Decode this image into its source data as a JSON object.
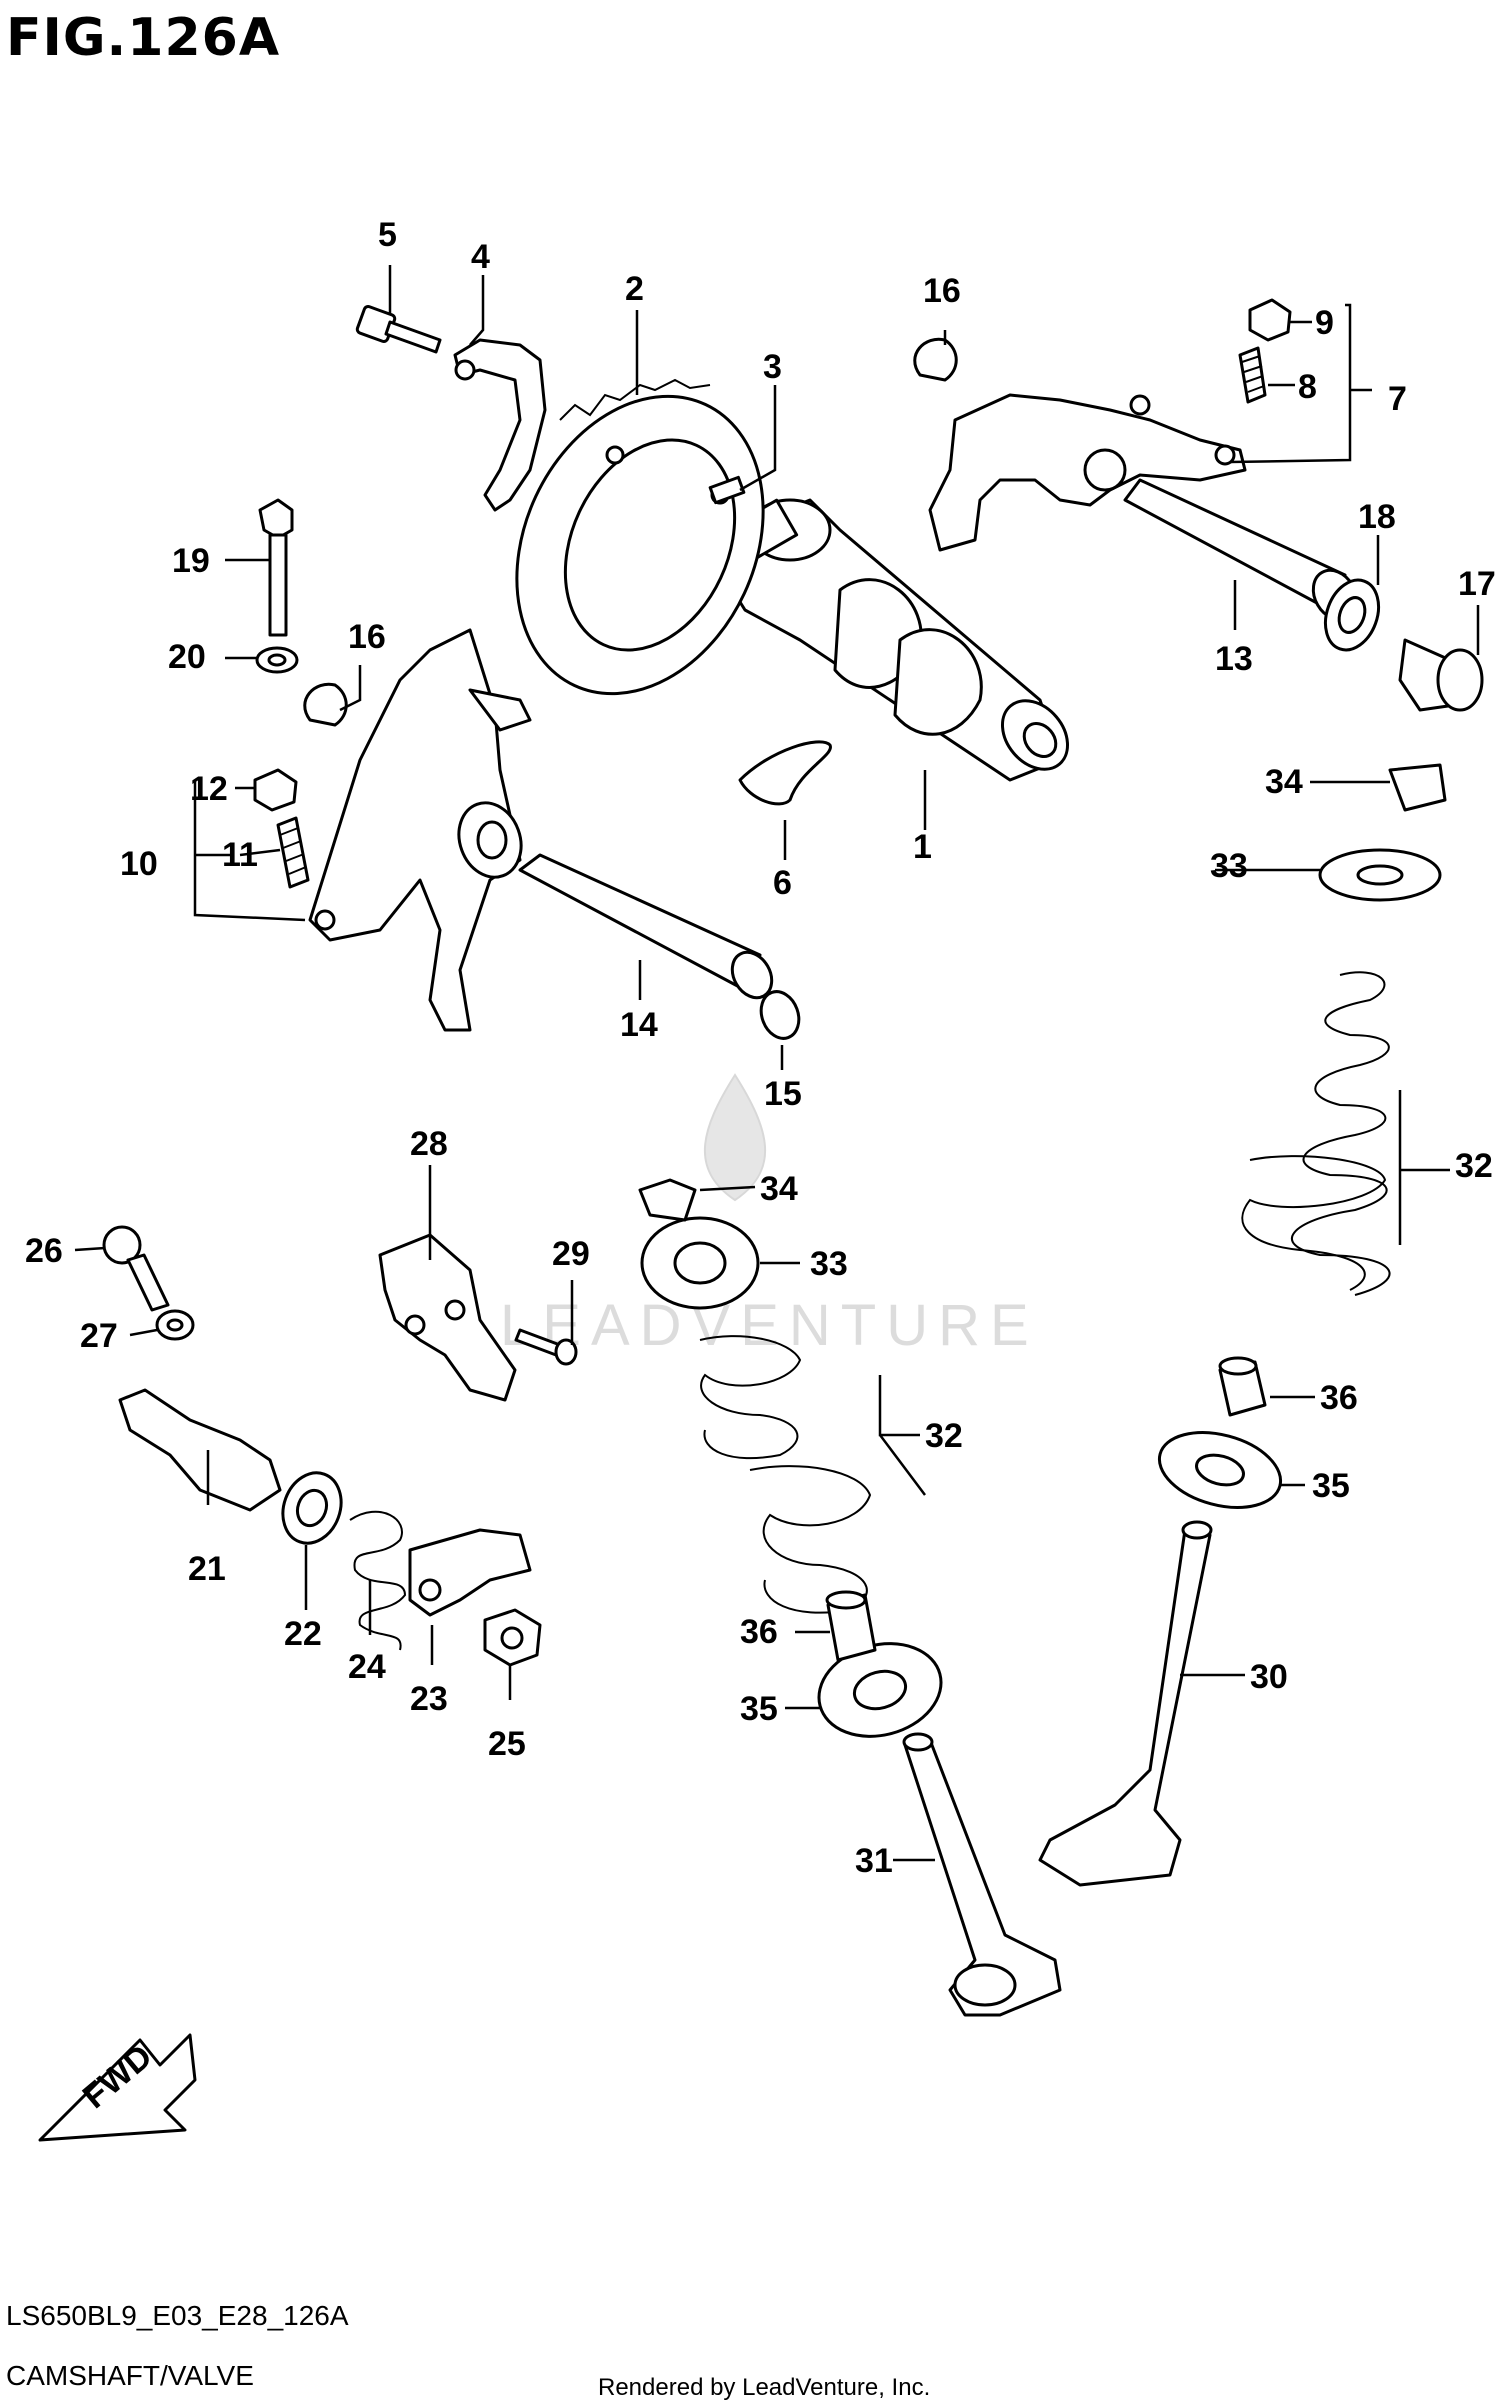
{
  "figure": {
    "title": "FIG.126A",
    "model_code": "LS650BL9_E03_E28_126A",
    "section_name": "CAMSHAFT/VALVE",
    "credit": "Rendered by LeadVenture, Inc.",
    "watermark": "LEADVENTURE",
    "fwd_label": "FWD"
  },
  "callouts": [
    {
      "id": "c1",
      "label": "1"
    },
    {
      "id": "c2",
      "label": "2"
    },
    {
      "id": "c3",
      "label": "3"
    },
    {
      "id": "c4",
      "label": "4"
    },
    {
      "id": "c5",
      "label": "5"
    },
    {
      "id": "c6",
      "label": "6"
    },
    {
      "id": "c7",
      "label": "7"
    },
    {
      "id": "c8",
      "label": "8"
    },
    {
      "id": "c9",
      "label": "9"
    },
    {
      "id": "c10",
      "label": "10"
    },
    {
      "id": "c11",
      "label": "11"
    },
    {
      "id": "c12",
      "label": "12"
    },
    {
      "id": "c13",
      "label": "13"
    },
    {
      "id": "c14",
      "label": "14"
    },
    {
      "id": "c15",
      "label": "15"
    },
    {
      "id": "c16a",
      "label": "16"
    },
    {
      "id": "c16b",
      "label": "16"
    },
    {
      "id": "c17",
      "label": "17"
    },
    {
      "id": "c18",
      "label": "18"
    },
    {
      "id": "c19",
      "label": "19"
    },
    {
      "id": "c20",
      "label": "20"
    },
    {
      "id": "c21",
      "label": "21"
    },
    {
      "id": "c22",
      "label": "22"
    },
    {
      "id": "c23",
      "label": "23"
    },
    {
      "id": "c24",
      "label": "24"
    },
    {
      "id": "c25",
      "label": "25"
    },
    {
      "id": "c26",
      "label": "26"
    },
    {
      "id": "c27",
      "label": "27"
    },
    {
      "id": "c28",
      "label": "28"
    },
    {
      "id": "c29",
      "label": "29"
    },
    {
      "id": "c30",
      "label": "30"
    },
    {
      "id": "c31",
      "label": "31"
    },
    {
      "id": "c32a",
      "label": "32"
    },
    {
      "id": "c32b",
      "label": "32"
    },
    {
      "id": "c33a",
      "label": "33"
    },
    {
      "id": "c33b",
      "label": "33"
    },
    {
      "id": "c34a",
      "label": "34"
    },
    {
      "id": "c34b",
      "label": "34"
    },
    {
      "id": "c35a",
      "label": "35"
    },
    {
      "id": "c35b",
      "label": "35"
    },
    {
      "id": "c36a",
      "label": "36"
    },
    {
      "id": "c36b",
      "label": "36"
    }
  ]
}
